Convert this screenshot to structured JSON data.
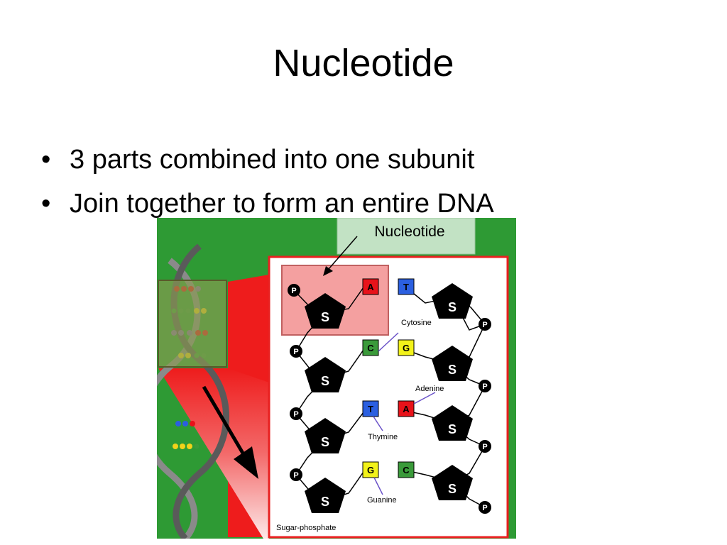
{
  "slide": {
    "title": "Nucleotide",
    "bullets": [
      "3 parts combined  into one subunit",
      "Join together to form an entire DNA"
    ]
  },
  "diagram": {
    "nucleotide_label": "Nucleotide",
    "phosphate_symbol": "P",
    "sugar_symbol": "S",
    "left_bases": [
      "A",
      "C",
      "T",
      "G"
    ],
    "right_bases": [
      "T",
      "G",
      "A",
      "C"
    ],
    "callouts": {
      "cytosine": "Cytosine",
      "adenine": "Adenine",
      "thymine": "Thymine",
      "guanine": "Guanine"
    },
    "sugar_phosphate_label": "Sugar-phosphate",
    "colors": {
      "background_green": "#2e9a34",
      "panel_red": "#ee2222",
      "highlight_pink": "#f4a0a0",
      "nucleotide_box": "#c2e2c4",
      "adenine": "#e8121a",
      "thymine": "#2b5fe0",
      "cytosine": "#3a9a3a",
      "guanine": "#f2f21a"
    }
  }
}
